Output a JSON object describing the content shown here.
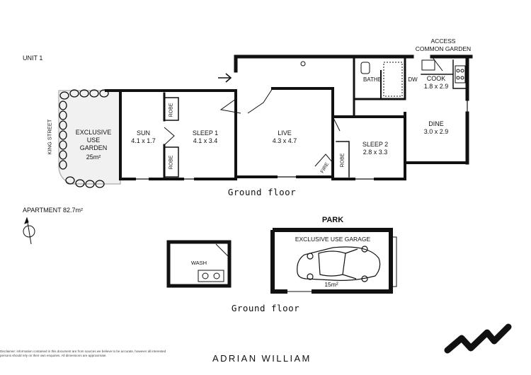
{
  "plan": {
    "unit": "UNIT 1",
    "street": "KING STREET",
    "apartment_area": "APARTMENT 82.7m²",
    "floor_label_main": "Ground floor",
    "floor_label_lower": "Ground floor",
    "access": "ACCESS\nCOMMON GARDEN",
    "park": "PARK"
  },
  "rooms": {
    "garden": {
      "name": "EXCLUSIVE\nUSE\nGARDEN",
      "area": "25m²"
    },
    "sun": {
      "name": "SUN",
      "dims": "4.1 x 1.7"
    },
    "sleep1": {
      "name": "SLEEP 1",
      "dims": "4.1 x 3.4"
    },
    "live": {
      "name": "LIVE",
      "dims": "4.3 x 4.7"
    },
    "sleep2": {
      "name": "SLEEP 2",
      "dims": "2.8 x 3.3"
    },
    "dine": {
      "name": "DINE",
      "dims": "3.0 x 2.9"
    },
    "cook": {
      "name": "COOK",
      "dims": "1.8 x 2.9"
    },
    "bathe": {
      "name": "BATHE"
    },
    "dw": {
      "name": "DW"
    },
    "robe": {
      "name": "ROBE"
    },
    "fire": {
      "name": "FIRE"
    },
    "wash": {
      "name": "WASH"
    },
    "garage": {
      "name": "EXCLUSIVE USE GARAGE",
      "area": "15m²"
    }
  },
  "footer": {
    "brand": "ADRIAN WILLIAM",
    "disclaimer": "Disclaimer: information contained in this document are from sources we believe to be accurate, however all interested persons should rely on their own enquiries. All dimensions are approximate."
  },
  "colors": {
    "wall": "#111111",
    "garden_fill": "#f1f1f1",
    "text": "#111111"
  },
  "icons": {
    "compass": "north-compass-icon",
    "logo": "brand-logo-icon",
    "car": "car-icon"
  }
}
